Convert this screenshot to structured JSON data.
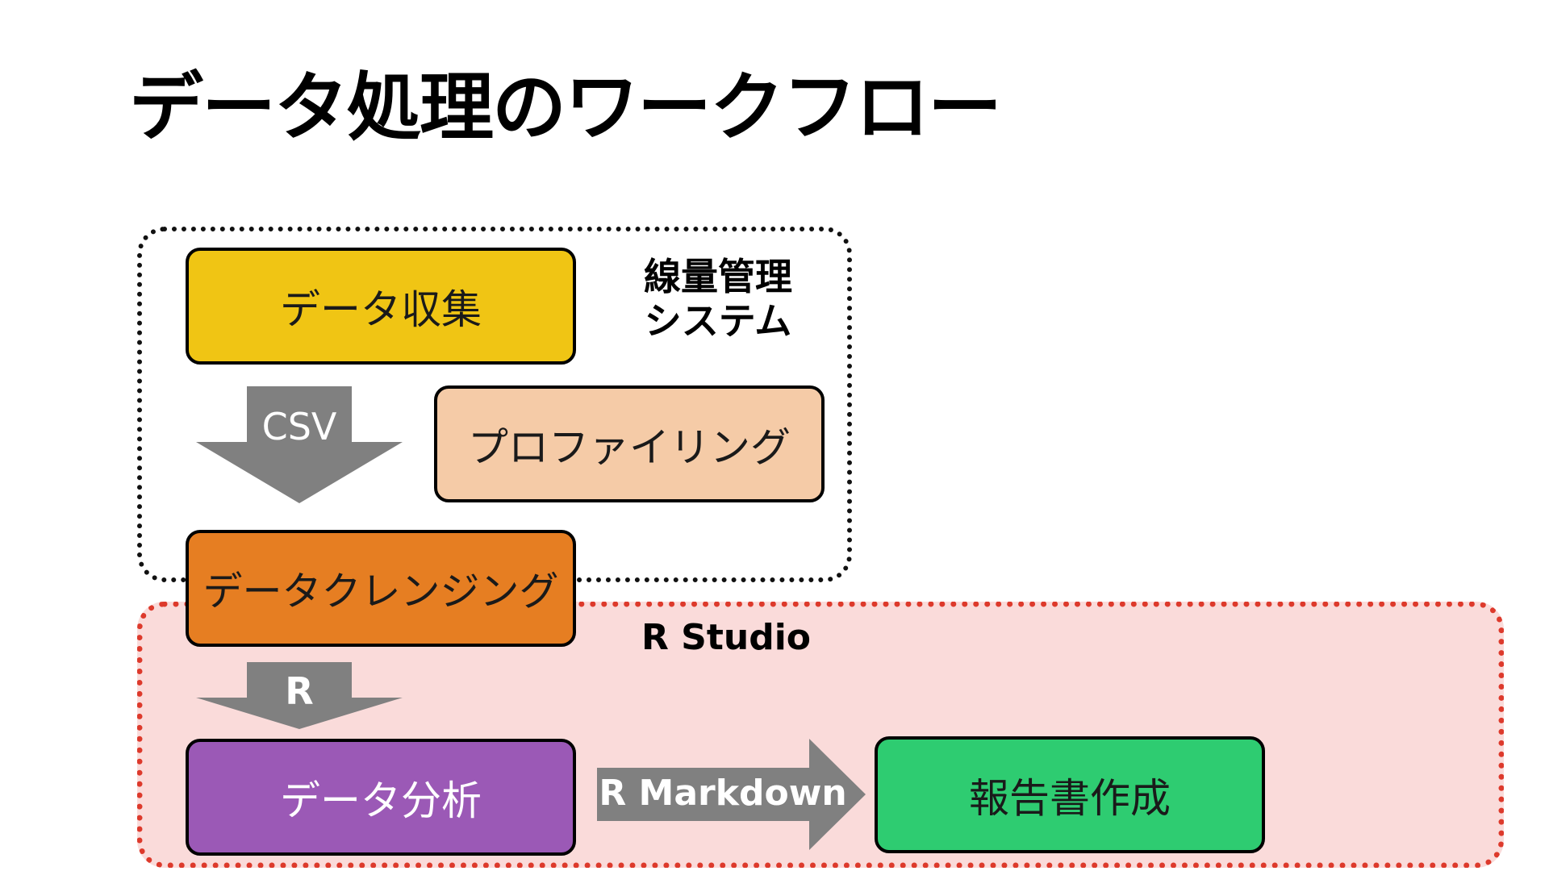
{
  "title": "データ処理のワークフロー",
  "groups": {
    "lineage_system": {
      "label_line1": "線量管理",
      "label_line2": "システム",
      "border_color": "#111111"
    },
    "r_studio": {
      "label": "R Studio",
      "border_color": "#dd3a2c",
      "fill_color": "#fadbda"
    }
  },
  "steps": {
    "collect": {
      "label": "データ収集",
      "color": "#f0c514"
    },
    "profiling": {
      "label": "プロファイリング",
      "color": "#f5cba7"
    },
    "cleansing": {
      "label": "データクレンジング",
      "color": "#e67e22"
    },
    "analysis": {
      "label": "データ分析",
      "color": "#9b59b6"
    },
    "report": {
      "label": "報告書作成",
      "color": "#2ecc71"
    }
  },
  "arrows": {
    "csv": {
      "label": "CSV",
      "color": "#808080"
    },
    "r": {
      "label": "R",
      "color": "#808080"
    },
    "rmarkdown": {
      "label": "R Markdown",
      "color": "#808080"
    }
  }
}
